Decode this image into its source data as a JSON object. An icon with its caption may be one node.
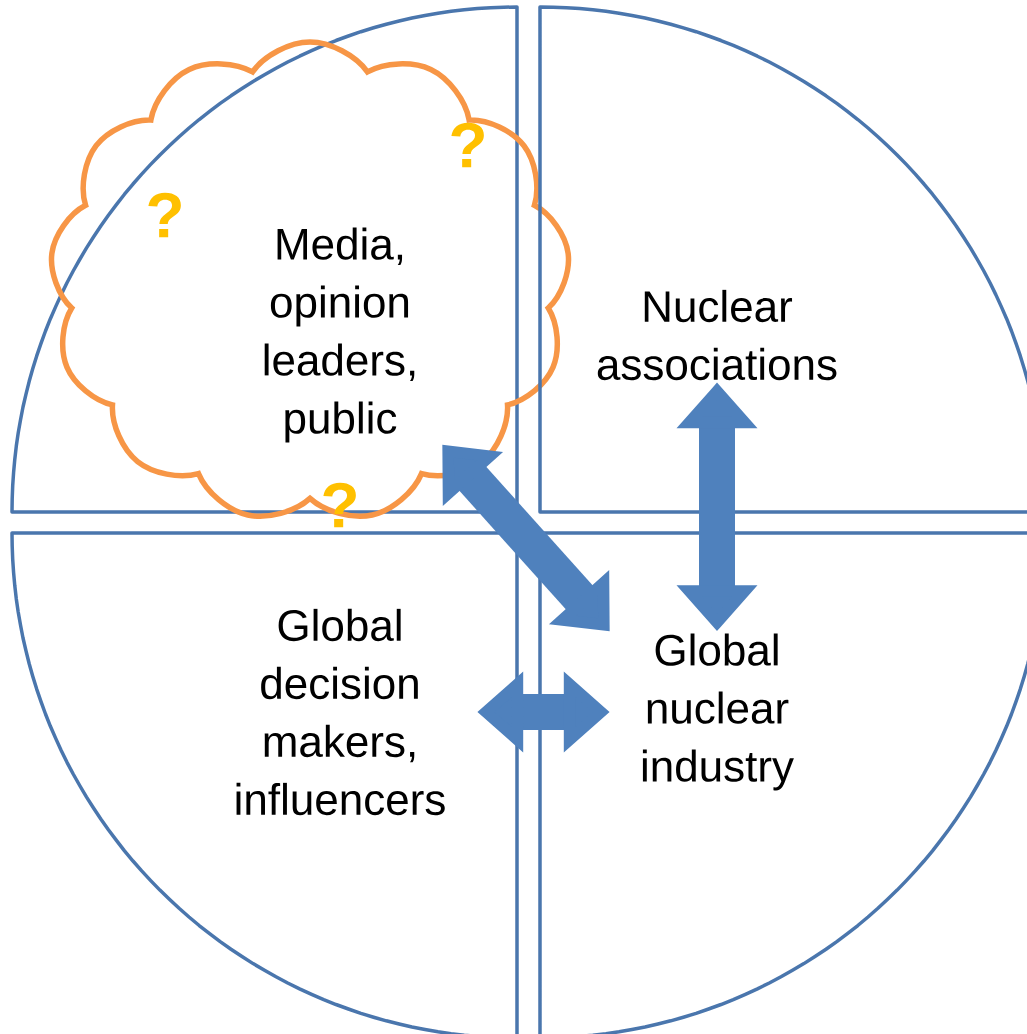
{
  "diagram": {
    "nodes": [
      {
        "text": [
          "Media, opinion leaders, public"
        ]
      },
      {
        "text": [
          "Nuclear associations"
        ]
      },
      {
        "text": [
          "Global decision makers, influencers"
        ]
      },
      {
        "text": [
          "Global nuclear industry"
        ]
      }
    ],
    "edges": [
      {
        "from": 0,
        "to": 3,
        "arrow": "both"
      },
      {
        "from": 1,
        "to": 3,
        "arrow": "both"
      },
      {
        "from": 2,
        "to": 3,
        "arrow": "both"
      }
    ],
    "labels": [
      "?",
      "?",
      "?"
    ]
  }
}
